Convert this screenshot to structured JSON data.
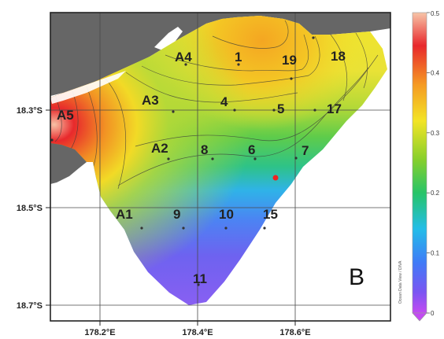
{
  "panel_label": "B",
  "credit": "Ocean Data View / DIVA",
  "longitude_ticks": [
    "178.2°E",
    "178.4°E",
    "178.6°E"
  ],
  "latitude_ticks": [
    "18.3°S",
    "18.5°S",
    "18.7°S"
  ],
  "colorbar": {
    "ticks": [
      "0.5",
      "0.4",
      "0.3",
      "0.2",
      "0.1",
      "0"
    ],
    "colors_top_to_bottom": [
      "#f7c5a8",
      "#e8282c",
      "#f59a23",
      "#f3e426",
      "#86cf2c",
      "#27c468",
      "#23bde8",
      "#3f7cf7",
      "#7a55f2",
      "#c34af2"
    ]
  },
  "land_color": "#666666",
  "stations": [
    {
      "id": "A4",
      "label": "A4"
    },
    {
      "id": "1",
      "label": "1"
    },
    {
      "id": "19",
      "label": "19"
    },
    {
      "id": "18",
      "label": "18"
    },
    {
      "id": "A5",
      "label": "A5"
    },
    {
      "id": "A3",
      "label": "A3"
    },
    {
      "id": "4",
      "label": "4"
    },
    {
      "id": "5",
      "label": "5"
    },
    {
      "id": "17",
      "label": "17"
    },
    {
      "id": "A2",
      "label": "A2"
    },
    {
      "id": "8",
      "label": "8"
    },
    {
      "id": "6",
      "label": "6"
    },
    {
      "id": "7",
      "label": "7"
    },
    {
      "id": "A1",
      "label": "A1"
    },
    {
      "id": "9",
      "label": "9"
    },
    {
      "id": "10",
      "label": "10"
    },
    {
      "id": "15",
      "label": "15"
    },
    {
      "id": "11",
      "label": "11"
    }
  ]
}
